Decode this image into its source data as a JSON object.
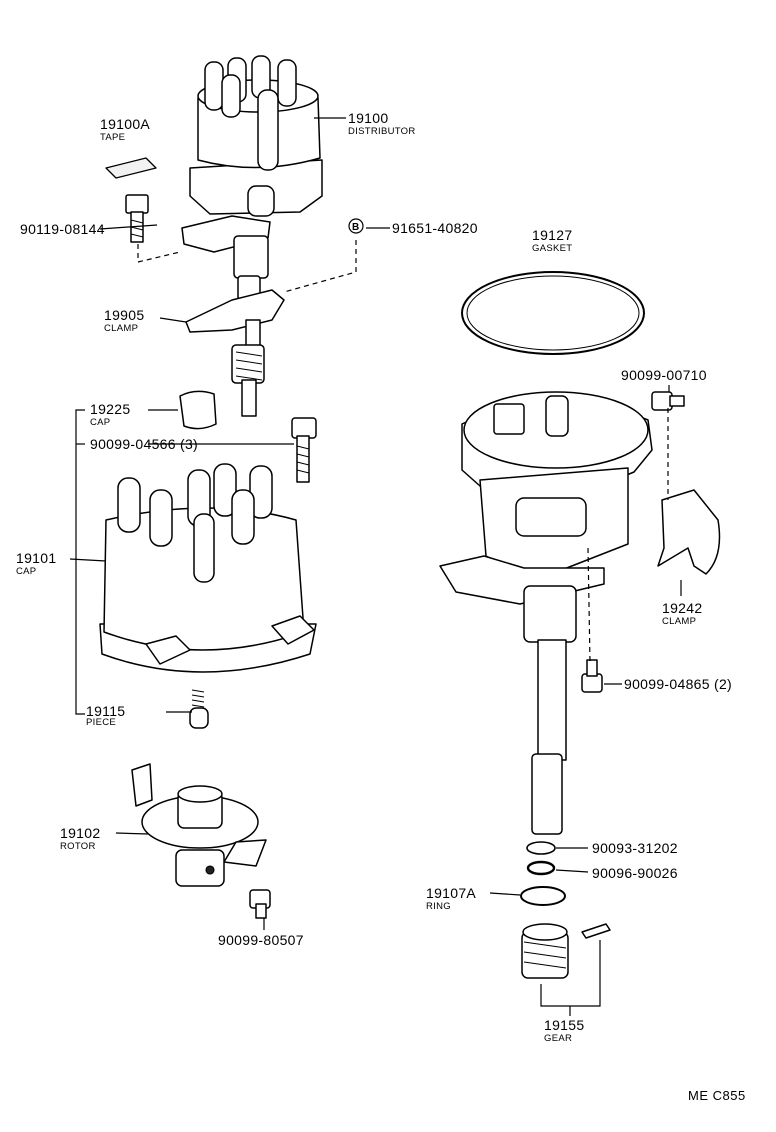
{
  "parts": [
    {
      "id": "p19100A",
      "number": "19100A",
      "name": "TAPE"
    },
    {
      "id": "p19100",
      "number": "19100",
      "name": "DISTRIBUTOR"
    },
    {
      "id": "p90119",
      "number": "90119-08144"
    },
    {
      "id": "p91651",
      "number": "91651-40820",
      "marker": "B"
    },
    {
      "id": "p19127",
      "number": "19127",
      "name": "GASKET"
    },
    {
      "id": "p19905",
      "number": "19905",
      "name": "CLAMP"
    },
    {
      "id": "p90099_00710",
      "number": "90099-00710"
    },
    {
      "id": "p19225",
      "number": "19225",
      "name": "CAP"
    },
    {
      "id": "p90099_04566",
      "number": "90099-04566 (3)"
    },
    {
      "id": "p19101",
      "number": "19101",
      "name": "CAP"
    },
    {
      "id": "p19242",
      "number": "19242",
      "name": "CLAMP"
    },
    {
      "id": "p90099_04865",
      "number": "90099-04865 (2)"
    },
    {
      "id": "p19115",
      "number": "19115",
      "name": "PIECE"
    },
    {
      "id": "p19102",
      "number": "19102",
      "name": "ROTOR"
    },
    {
      "id": "p90093",
      "number": "90093-31202"
    },
    {
      "id": "p90096",
      "number": "90096-90026"
    },
    {
      "id": "p19107A",
      "number": "19107A",
      "name": "RING"
    },
    {
      "id": "p90099_80507",
      "number": "90099-80507"
    },
    {
      "id": "p19155",
      "number": "19155",
      "name": "GEAR"
    }
  ],
  "reference_code": "ME C855"
}
